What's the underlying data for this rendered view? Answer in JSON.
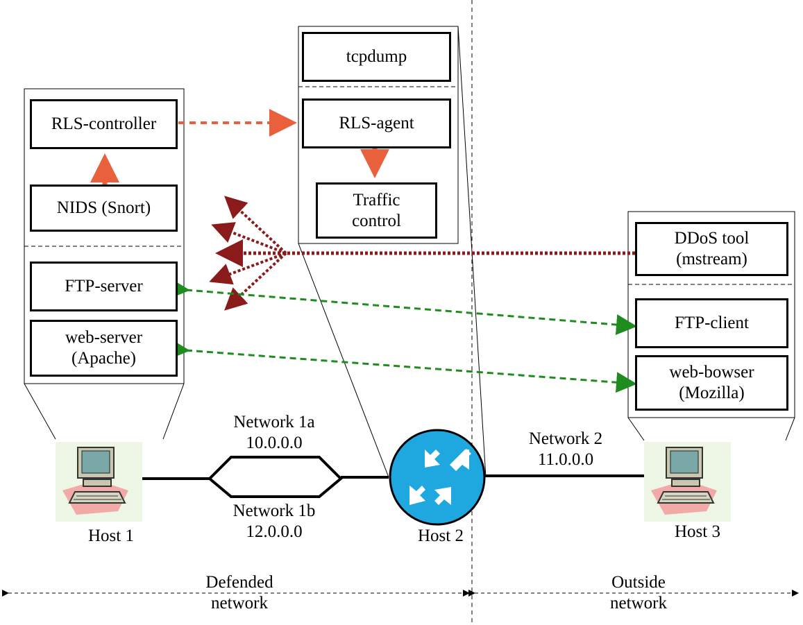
{
  "host1": {
    "processes": {
      "rls_controller": "RLS-controller",
      "nids": "NIDS (Snort)",
      "ftp_server": "FTP-server",
      "web_server": "web-server\n(Apache)"
    },
    "label": "Host 1"
  },
  "host2": {
    "processes": {
      "tcpdump": "tcpdump",
      "rls_agent": "RLS-agent",
      "traffic_control": "Traffic\ncontrol"
    },
    "label": "Host 2"
  },
  "host3": {
    "processes": {
      "ddos_tool": "DDoS tool\n(mstream)",
      "ftp_client": "FTP-client",
      "web_browser": "web-bowser\n(Mozilla)"
    },
    "label": "Host 3"
  },
  "networks": {
    "net1a": "Network 1a\n10.0.0.0",
    "net1b": "Network 1b\n12.0.0.0",
    "net2": "Network 2\n11.0.0.0"
  },
  "zones": {
    "defended": "Defended\nnetwork",
    "outside": "Outside\nnetwork"
  },
  "colors": {
    "control_flow": "#e8603c",
    "attack_flow": "#8b1a1a",
    "legit_flow": "#1e8c1e",
    "router_fill": "#1fa7e0"
  },
  "icons": [
    "computer-icon",
    "router-icon"
  ]
}
